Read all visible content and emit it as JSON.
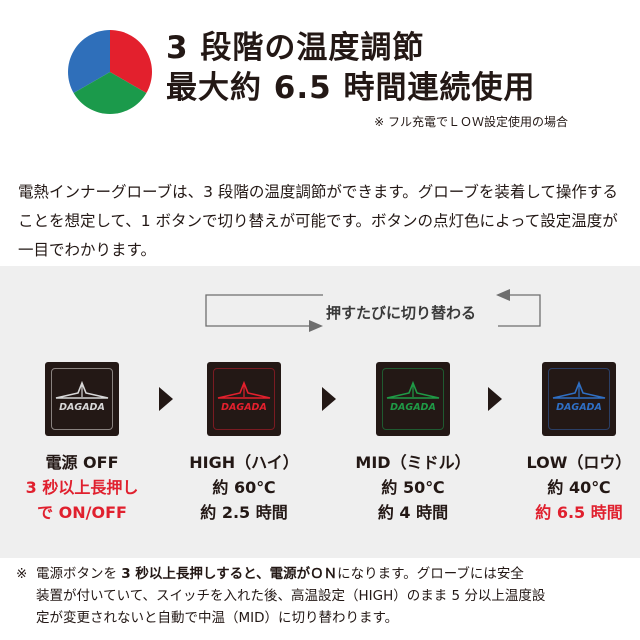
{
  "header": {
    "pie_colors": {
      "blue": "#2f6fba",
      "red": "#e3202d",
      "green": "#1b9a4b"
    },
    "title_line1": "3 段階の温度調節",
    "title_line2": "最大約 6.5 時間連続使用",
    "footnote": "※ フル充電でＬＯＷ設定使用の場合"
  },
  "intro": {
    "text": "電熱インナーグローブは、3 段階の温度調節ができます。グローブを装着して操作することを想定して、1 ボタンで切り替えが可能です。ボタンの点灯色によって設定温度が一目でわかります。"
  },
  "cycle": {
    "label": "押すたびに切り替わる"
  },
  "brand": {
    "logo_text": "DAGADA"
  },
  "stages": [
    {
      "id": "off",
      "led_color": "#d8d8d8",
      "ring_color": "#8a8380",
      "title": "電源 OFF",
      "line1": "3 秒以上長押し",
      "line2": "で ON/OFF",
      "line1_red": true,
      "line2_red": true
    },
    {
      "id": "high",
      "led_color": "#e3202d",
      "ring_color": "#7a1b22",
      "title": "HIGH（ハイ）",
      "line1": "約 60℃",
      "line2": "約 2.5 時間",
      "line1_red": false,
      "line2_red": false
    },
    {
      "id": "mid",
      "led_color": "#1f9a46",
      "ring_color": "#1f5a30",
      "title": "MID（ミドル）",
      "line1": "約 50℃",
      "line2": "約 4 時間",
      "line1_red": false,
      "line2_red": false
    },
    {
      "id": "low",
      "led_color": "#2f6fc4",
      "ring_color": "#2b3f66",
      "title": "LOW（ロウ）",
      "line1": "約 40℃",
      "line2": "約 6.5 時間",
      "line1_red": false,
      "line2_red": true
    }
  ],
  "note": {
    "mark": "※",
    "part1": "電源ボタンを ",
    "bold1": "3 秒以上長押しすると、電源がＯＮ",
    "part2": "になります。グローブには安全",
    "line2": "装置が付いていて、スイッチを入れた後、高温設定（HIGH）のまま 5 分以上温度設",
    "line3": "定が変更されないと自動で中温（MID）に切り替わります。"
  }
}
